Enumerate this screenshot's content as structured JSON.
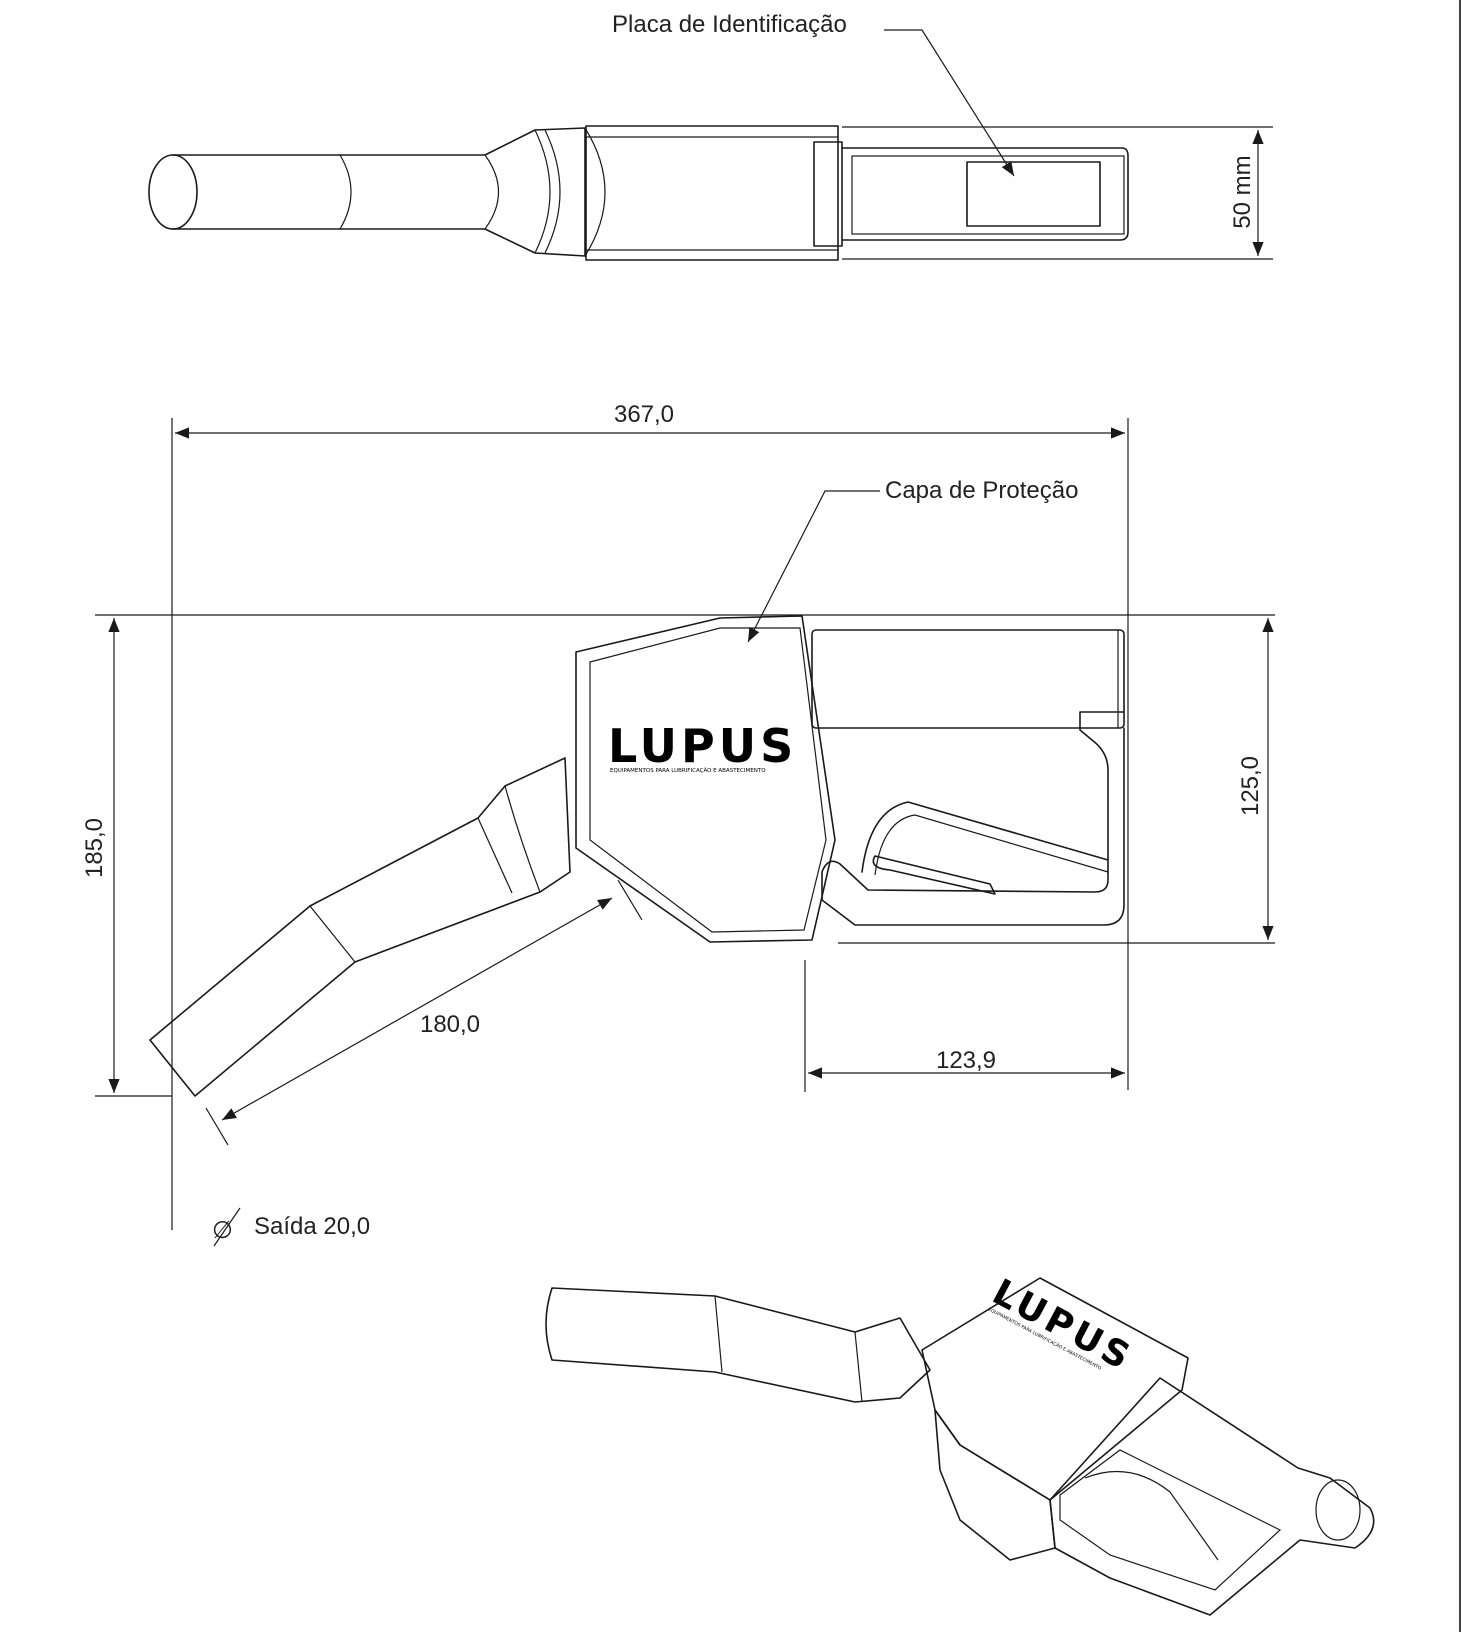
{
  "labels": {
    "placa": "Placa de Identificação",
    "capa": "Capa de Proteção",
    "width_50": "50 mm",
    "total_length": "367,0",
    "height_185": "185,0",
    "height_125": "125,0",
    "spout_180": "180,0",
    "grip_123": "123,9",
    "outlet_symbol": "∅",
    "outlet": "Saída 20,0"
  },
  "logo": {
    "brand": "LUPUS",
    "tagline": "EQUIPAMENTOS PARA LUBRIFICAÇÃO E ABASTECIMENTO"
  },
  "colors": {
    "line": "#1a1a1a",
    "text": "#222222"
  }
}
